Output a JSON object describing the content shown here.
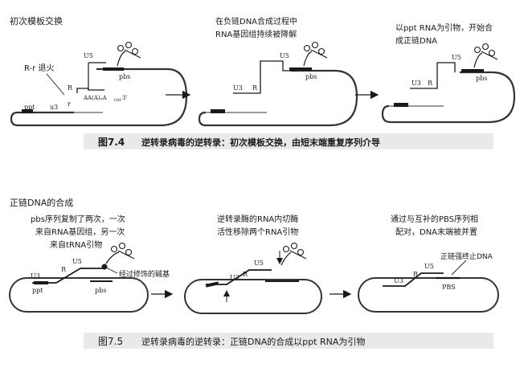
{
  "figure_7_4": {
    "section_title": "初次模板交换",
    "panel1": {
      "label_rr": "R-r 退火",
      "label_u5": "U5",
      "label_pbs": "pbs",
      "label_R": "R",
      "label_r": "r",
      "label_ppt": "ppt",
      "label_u3": "u3",
      "label_polyA": "AA(A)ₙA",
      "label_oh": "OH",
      "label_3prime": "3'"
    },
    "panel2": {
      "note_line1": "在负链DNA合成过程中",
      "note_line2": "RNA基因组持续被降解",
      "label_u5": "U5",
      "label_pbs": "pbs",
      "label_R": "R",
      "label_u3": "U3"
    },
    "panel3": {
      "note_line1": "以ppt RNA为引物，开始合",
      "note_line2": "成正链DNA",
      "label_u5": "U5",
      "label_pbs": "pbs",
      "label_R": "R",
      "label_u3": "U3"
    },
    "caption_num": "图7.4",
    "caption_text": "逆转录病毒的逆转录：初次模板交换，由短末端重复序列介导"
  },
  "figure_7_5": {
    "section_title": "正链DNA的合成",
    "panel1": {
      "note_line1": "pbs序列复制了两次，一次",
      "note_line2": "来自RNA基因组，另一次",
      "note_line3": "来自tRNA引物",
      "label_u5": "U5",
      "label_R": "R",
      "label_u3": "U3",
      "label_ppt": "ppt",
      "label_pbs": "pbs",
      "label_base": "经过修饰的碱基"
    },
    "panel2": {
      "note_line1": "逆转录酶的RNA内切酶",
      "note_line2": "活性移除两个RNA引物",
      "label_u5": "U5",
      "label_R": "R",
      "label_u3": "U3"
    },
    "panel3": {
      "note_line1": "通过与互补的PBS序列相",
      "note_line2": "配对，DNA末端被并置",
      "label_strong": "正链强终止DNA",
      "label_u5": "U5",
      "label_R": "R",
      "label_u3": "U3",
      "label_PBS": "PBS"
    },
    "caption_num": "图7.5",
    "caption_text": "逆转录病毒的逆转录：正链DNA的合成以ppt RNA为引物"
  },
  "colors": {
    "strand": "#444444",
    "dna": "#1a1a1a",
    "caption_bar": "#e9e9e9",
    "thin": "#888888"
  }
}
